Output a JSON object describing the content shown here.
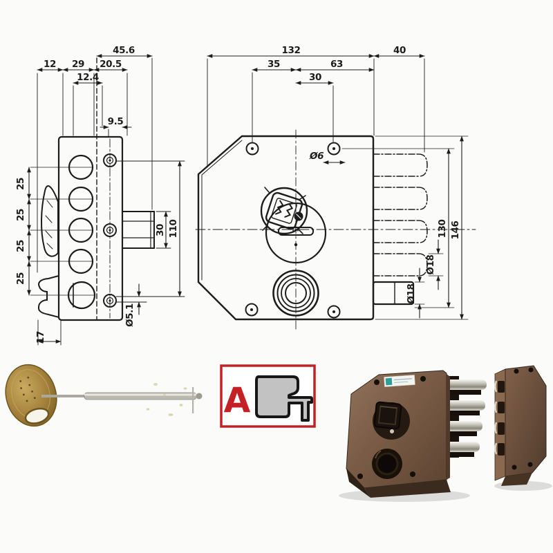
{
  "colors": {
    "ink": "#1c1c1c",
    "badge-red": "#c42127",
    "badge-gray": "#c2c2c2",
    "lock-brown": "#7a5c46",
    "key-gold": "#a5823c",
    "bolt-chrome": "#cfcdc3",
    "label-teal": "#2f9e9b",
    "bg": "#fbfbf9"
  },
  "dims": {
    "left": {
      "width_top": "45.6",
      "offset_a": "12",
      "offset_b": "29",
      "offset_c": "20.5",
      "offset_d": "12.4",
      "offset_e": "9.5",
      "pitches": [
        "25",
        "25",
        "25",
        "25"
      ],
      "bolt_height": "30",
      "hole_span": "110",
      "screw_dia": "Ø5.1",
      "knob_width": "17"
    },
    "right": {
      "body_width": "132",
      "bolt_length": "40",
      "offset_a": "35",
      "offset_b": "63",
      "hole_pitch": "30",
      "screw_dia": "Ø6",
      "inner_height": "130",
      "body_height": "146",
      "bolt_dias": [
        "Ø18",
        "Ø18"
      ]
    }
  },
  "badge": {
    "letter": "A"
  },
  "figures": {
    "left_view": "lock-side-view-drawing",
    "right_view": "lock-front-view-drawing",
    "key_photo": "pump-key-photo",
    "lock_photo": "rim-lock-body-photo",
    "strike_photo": "strike-box-photo",
    "badge": "mounting-type-a-profile"
  }
}
